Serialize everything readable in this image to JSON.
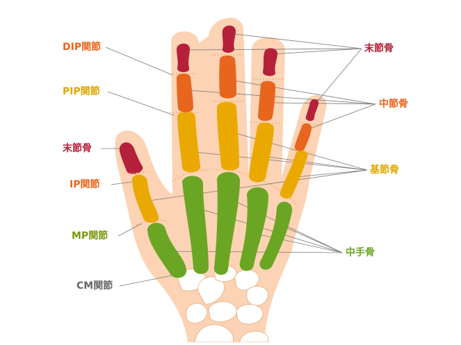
{
  "labels": {
    "dip": "DIP関節",
    "pip": "PIP関節",
    "distal_thumb": "末節骨",
    "ip": "IP関節",
    "mp": "MP関節",
    "cm": "CM関節",
    "distal": "末節骨",
    "middle": "中節骨",
    "proximal": "基節骨",
    "metacarpal": "中手骨"
  },
  "colors": {
    "skin": "#fcd3b4",
    "distal": "#b5203a",
    "middle": "#e8651e",
    "proximal": "#eaa900",
    "metacarpal": "#6aa624",
    "carpal": "#ffffff",
    "joint_dots": "#f0a858",
    "leader": "#777777",
    "label_dip": "#e8651e",
    "label_pip": "#e0a800",
    "label_distal": "#b5203a",
    "label_ip": "#e8651e",
    "label_mp": "#7a9a10",
    "label_cm": "#666666",
    "label_middle": "#e8651e",
    "label_proximal": "#e0a800",
    "label_metacarpal": "#6aa624"
  }
}
